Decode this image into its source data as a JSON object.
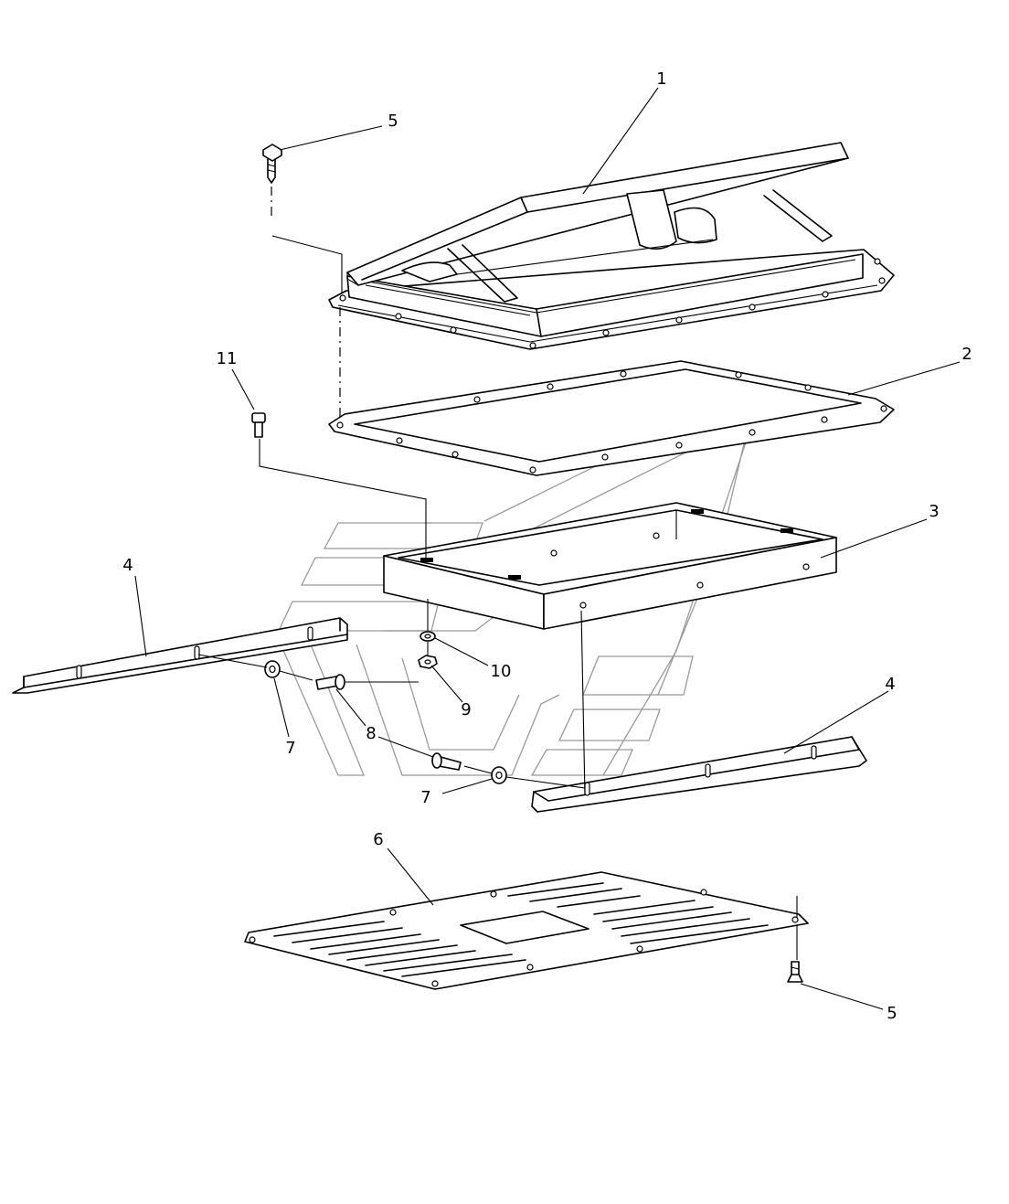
{
  "diagram": {
    "callouts": [
      {
        "id": "1",
        "text": "1"
      },
      {
        "id": "2",
        "text": "2"
      },
      {
        "id": "3",
        "text": "3"
      },
      {
        "id": "4a",
        "text": "4"
      },
      {
        "id": "4b",
        "text": "4"
      },
      {
        "id": "5a",
        "text": "5"
      },
      {
        "id": "5b",
        "text": "5"
      },
      {
        "id": "6",
        "text": "6"
      },
      {
        "id": "7a",
        "text": "7"
      },
      {
        "id": "7b",
        "text": "7"
      },
      {
        "id": "8",
        "text": "8"
      },
      {
        "id": "9",
        "text": "9"
      },
      {
        "id": "10",
        "text": "10"
      },
      {
        "id": "11",
        "text": "11"
      }
    ],
    "line_color": "#000000",
    "watermark_color": "#9a9a9a"
  }
}
